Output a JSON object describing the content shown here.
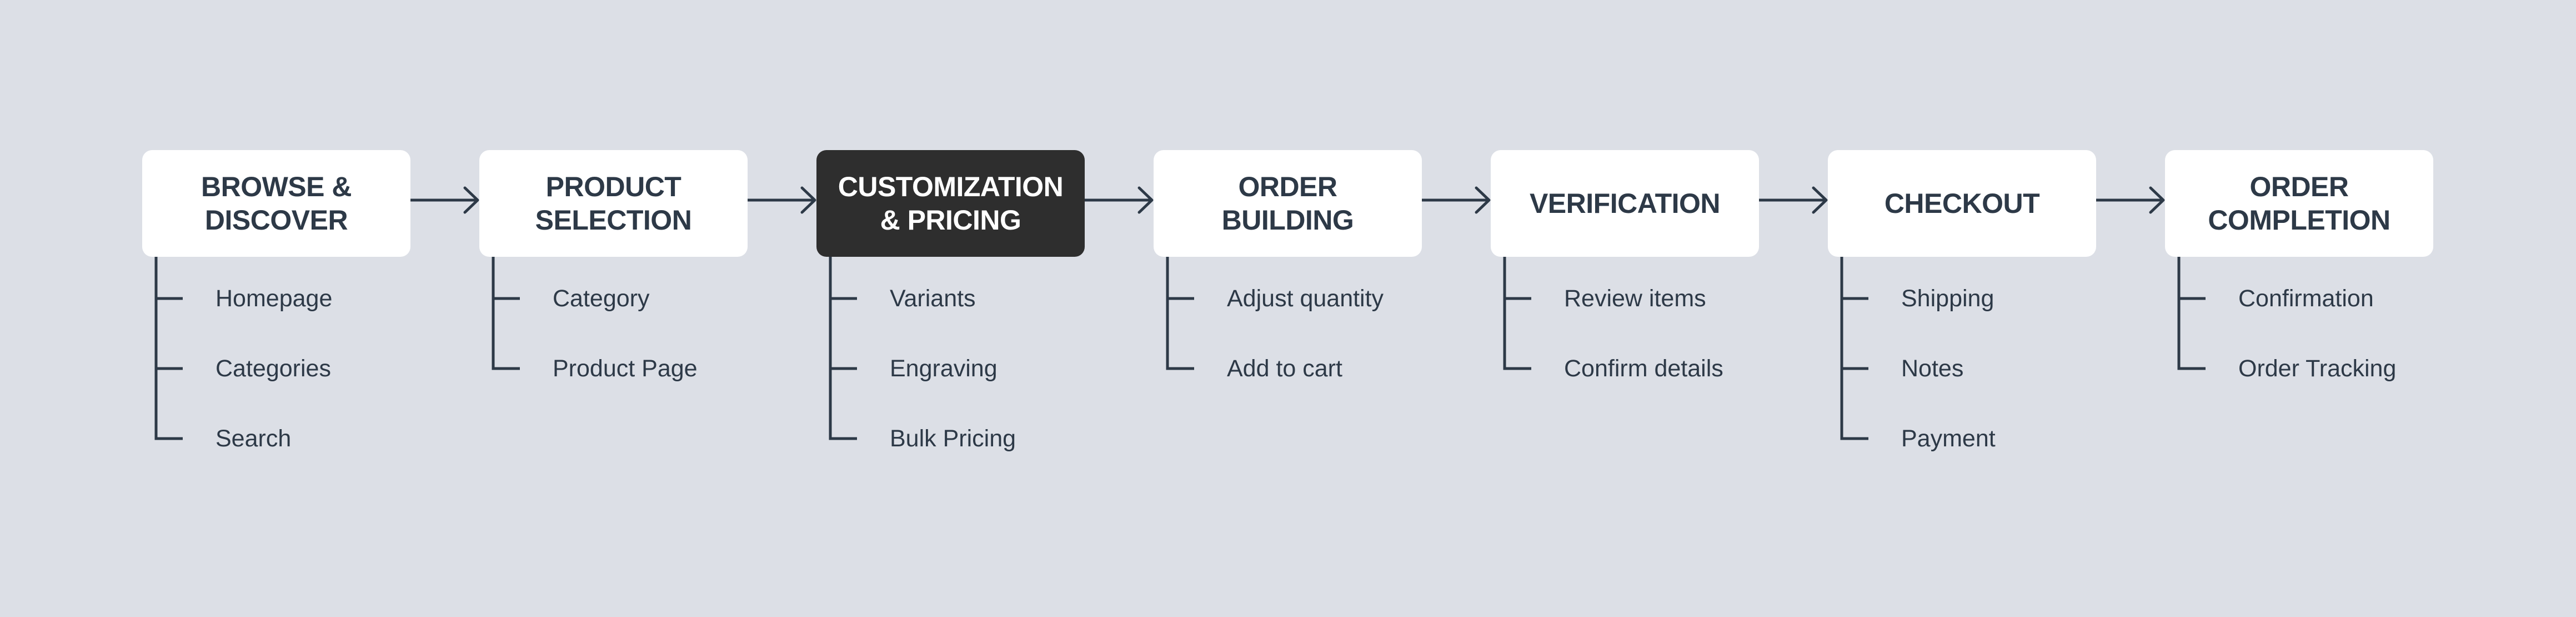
{
  "colors": {
    "background": "#dcdfe6",
    "box": "#ffffff",
    "active_box": "#2e2e2e",
    "text": "#2d3947",
    "active_text": "#ffffff",
    "connector": "#2d3947"
  },
  "steps": [
    {
      "title": "BROWSE &\nDISCOVER",
      "active": false,
      "items": [
        "Homepage",
        "Categories",
        "Search"
      ]
    },
    {
      "title": "PRODUCT\nSELECTION",
      "active": false,
      "items": [
        "Category",
        "Product Page"
      ]
    },
    {
      "title": "CUSTOMIZATION\n& PRICING",
      "active": true,
      "items": [
        "Variants",
        "Engraving",
        "Bulk Pricing"
      ]
    },
    {
      "title": "ORDER\nBUILDING",
      "active": false,
      "items": [
        "Adjust quantity",
        "Add to cart"
      ]
    },
    {
      "title": "VERIFICATION",
      "active": false,
      "items": [
        "Review items",
        "Confirm details"
      ]
    },
    {
      "title": "CHECKOUT",
      "active": false,
      "items": [
        "Shipping",
        "Notes",
        "Payment"
      ]
    },
    {
      "title": "ORDER\nCOMPLETION",
      "active": false,
      "items": [
        "Confirmation",
        "Order Tracking"
      ]
    }
  ]
}
